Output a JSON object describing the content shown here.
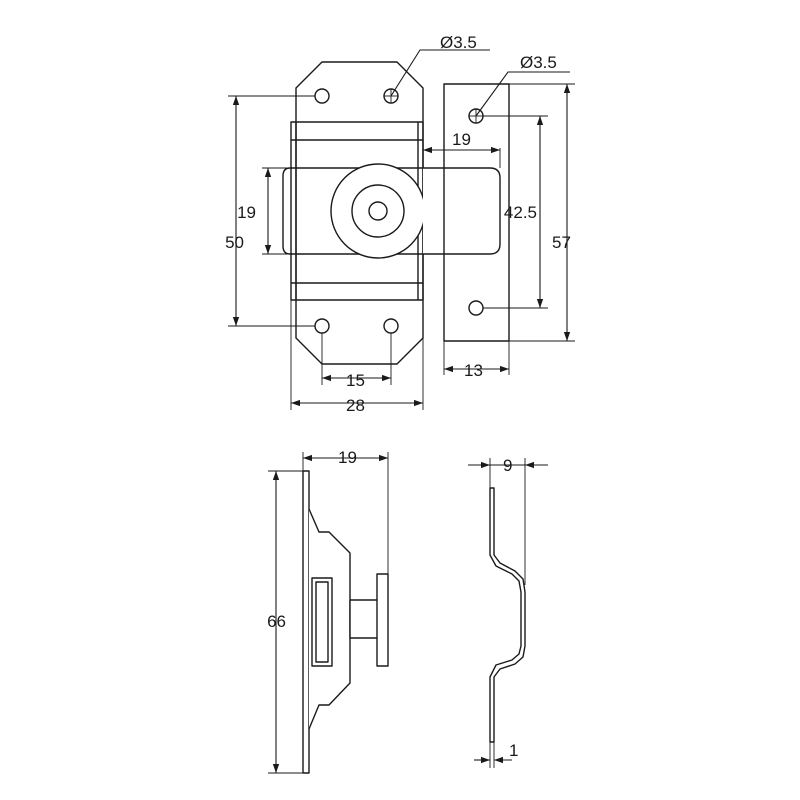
{
  "dimensions": {
    "hole_diameter_plate": "Ø3.5",
    "hole_diameter_keeper": "Ø3.5",
    "bolt_travel": "19",
    "bolt_width": "19",
    "plate_height": "50",
    "hole_spacing_keeper": "42.5",
    "keeper_height": "57",
    "hole_spacing_plate": "15",
    "plate_width": "28",
    "keeper_width": "13",
    "side_depth": "19",
    "side_length": "66",
    "keeper_offset": "9",
    "keeper_thickness": "1"
  }
}
